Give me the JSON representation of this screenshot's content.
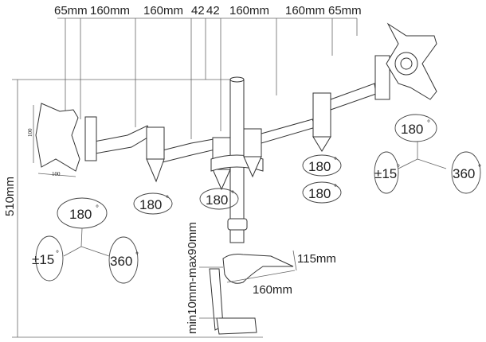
{
  "dimensions": {
    "top": [
      "65mm",
      "160mm",
      "160mm",
      "42",
      "42",
      "160mm",
      "160mm",
      "65mm"
    ],
    "height": "510mm",
    "desk_thickness": "min10mm-max90mm",
    "clamp_depth": "115mm",
    "clamp_length": "160mm",
    "vesa_width": "100",
    "vesa_height": "100"
  },
  "rotations": {
    "arm_left": "180",
    "arm_center": "180",
    "arm_right_upper": "180",
    "arm_right_lower": "180",
    "left_head": {
      "pan": "180",
      "tilt": "±15",
      "rotate": "360"
    },
    "right_head": {
      "pan": "180",
      "tilt": "±15",
      "rotate": "360"
    },
    "degree_symbol": "°"
  }
}
